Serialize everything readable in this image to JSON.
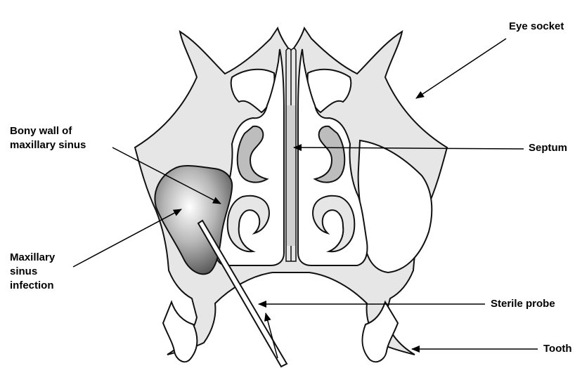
{
  "labels": {
    "eye_socket": "Eye socket",
    "bony_wall": [
      "Bony wall of",
      "maxillary sinus"
    ],
    "septum": "Septum",
    "maxillary_infection": [
      "Maxillary",
      "sinus",
      "infection"
    ],
    "sterile_probe": "Sterile probe",
    "tooth": "Tooth"
  },
  "colors": {
    "bone": "#e6e6e6",
    "outline": "#111111",
    "cavity": "#ffffff",
    "infection_dark": "#3a3a3a",
    "infection_light": "#ffffff",
    "turbinate_shade": "#bdbdbd"
  }
}
